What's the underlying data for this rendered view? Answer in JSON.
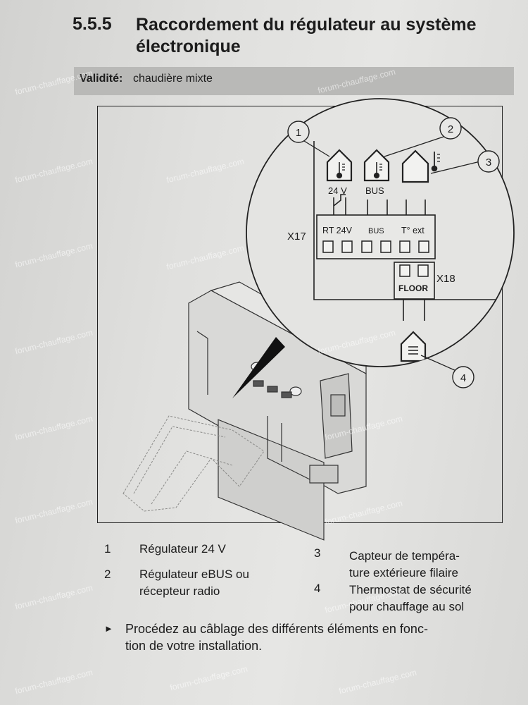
{
  "section": {
    "number": "5.5.5",
    "title": "Raccordement du régulateur au système électronique"
  },
  "validity": {
    "label": "Validité:",
    "value": "chaudière mixte"
  },
  "diagram": {
    "callouts": [
      "1",
      "2",
      "3",
      "4"
    ],
    "terminal_x17": "X17",
    "terminal_x18": "X18",
    "label_24v": "24 V",
    "label_bus_top": "BUS",
    "label_rt24v": "RT 24V",
    "label_bus": "BUS",
    "label_text": "T° ext",
    "label_floor": "FLOOR",
    "icons": [
      "house-thermometer-icon",
      "house-thermometer-icon",
      "house-thermometer-icon",
      "house-floor-sensor-icon"
    ]
  },
  "legend": {
    "items": [
      {
        "num": "1",
        "lines": [
          "Régulateur 24 V"
        ]
      },
      {
        "num": "2",
        "lines": [
          "Régulateur eBUS ou",
          "récepteur radio"
        ]
      },
      {
        "num": "3",
        "lines": [
          "Capteur de tempéra-",
          "ture extérieure filaire"
        ]
      },
      {
        "num": "4",
        "lines": [
          "Thermostat de sécurité",
          "pour chauffage au sol"
        ]
      }
    ]
  },
  "instruction": {
    "bullet": "►",
    "lines": [
      "Procédez au câblage des différents éléments en fonc-",
      "tion de votre installation."
    ]
  },
  "watermark": "forum-chauffage.com"
}
